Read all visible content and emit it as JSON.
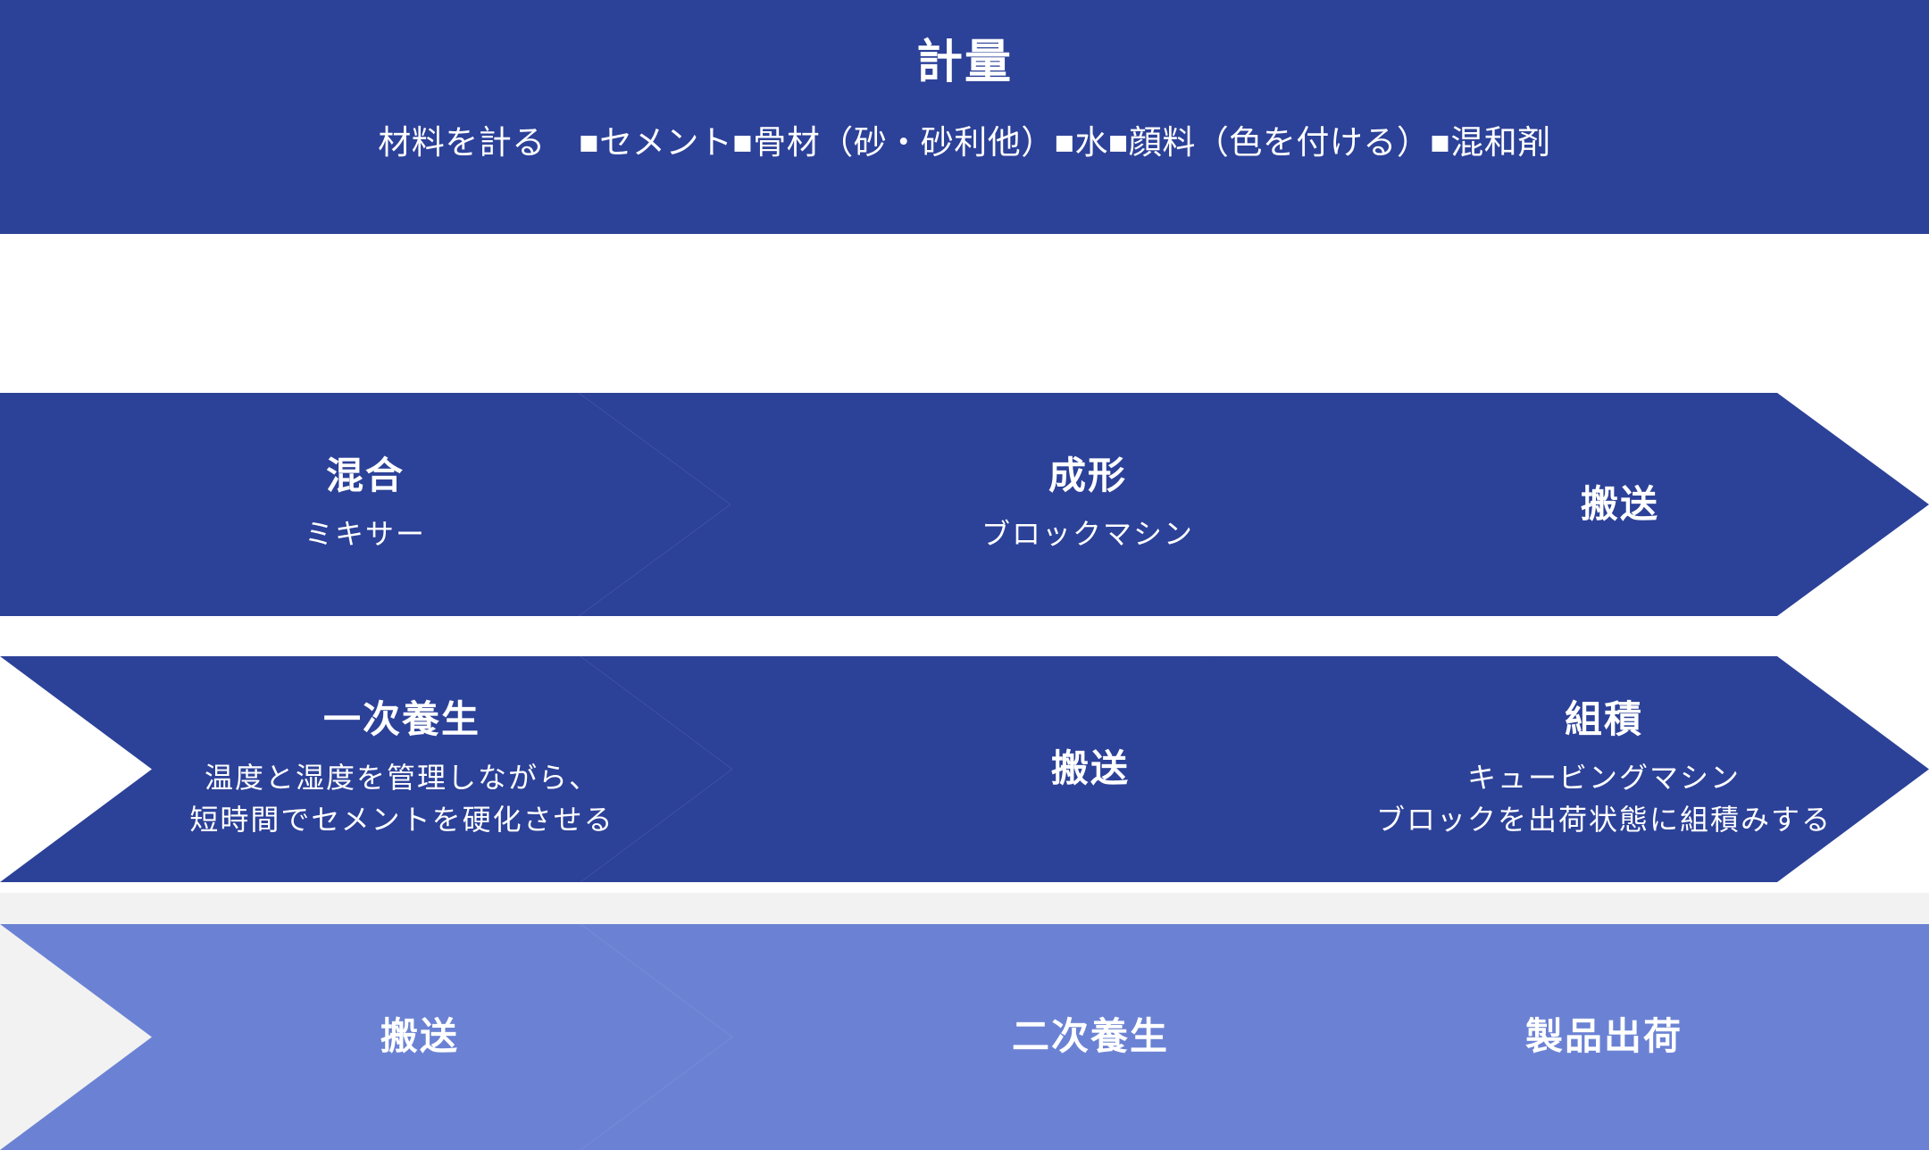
{
  "colors": {
    "primary_dark": "#2C4198",
    "primary_light": "#6B82D4",
    "band_gray": "#f2f2f2",
    "text_on_fill": "#ffffff"
  },
  "header": {
    "title": "計量",
    "subtitle_lead": "材料を計る",
    "materials": [
      "■セメント",
      "■骨材（砂・砂利他）",
      "■水",
      "■顔料（色を付ける）",
      "■混和剤"
    ],
    "subtitle_full": "材料を計る　■セメント■骨材（砂・砂利他）■水■顔料（色を付ける）■混和剤"
  },
  "rows": [
    {
      "name": "production-row",
      "tone": "dark",
      "steps": [
        {
          "title": "混合",
          "sub": [
            "ミキサー"
          ]
        },
        {
          "title": "成形",
          "sub": [
            "ブロックマシン"
          ]
        },
        {
          "title": "搬送",
          "sub": []
        }
      ]
    },
    {
      "name": "curing-row",
      "tone": "dark",
      "steps": [
        {
          "title": "一次養生",
          "sub": [
            "温度と湿度を管理しながら、",
            "短時間でセメントを硬化させる"
          ]
        },
        {
          "title": "搬送",
          "sub": []
        },
        {
          "title": "組積",
          "sub": [
            "キュービングマシン",
            "ブロックを出荷状態に組積みする"
          ]
        }
      ]
    },
    {
      "name": "shipping-row",
      "tone": "light",
      "steps": [
        {
          "title": "搬送",
          "sub": []
        },
        {
          "title": "二次養生",
          "sub": []
        },
        {
          "title": "製品出荷",
          "sub": []
        }
      ]
    }
  ]
}
